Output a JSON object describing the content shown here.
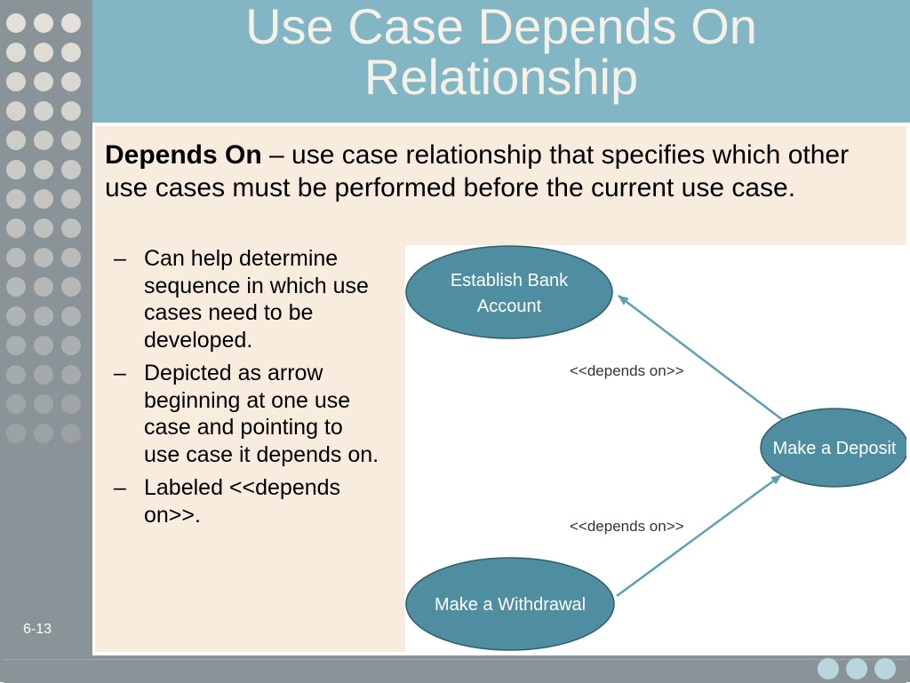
{
  "slide": {
    "title_line1": "Use Case Depends On",
    "title_line2": "Relationship",
    "definition_term": "Depends On",
    "definition_text": " – use case relationship that specifies which other use cases must be performed before the current use case.",
    "bullets": [
      "Can help determine sequence in which use cases need to be developed.",
      "Depicted as arrow beginning at one use case and pointing to use case it depends on.",
      "Labeled <<depends on>>."
    ],
    "bullet_marker": "–",
    "slide_number": "6-13"
  },
  "diagram": {
    "nodes": {
      "establish": {
        "line1": "Establish Bank",
        "line2": "Account"
      },
      "deposit": {
        "label": "Make a Deposit"
      },
      "withdrawal": {
        "label": "Make a Withdrawal"
      }
    },
    "edge_labels": {
      "top": "<<depends on>>",
      "bottom": "<<depends on>>"
    }
  },
  "colors": {
    "title_bar": "#83b6c4",
    "content_bg": "#f8ecde",
    "sidebar": "#8a9398",
    "ellipse_fill": "#4f8ea1",
    "arrow": "#5f9fb3"
  }
}
